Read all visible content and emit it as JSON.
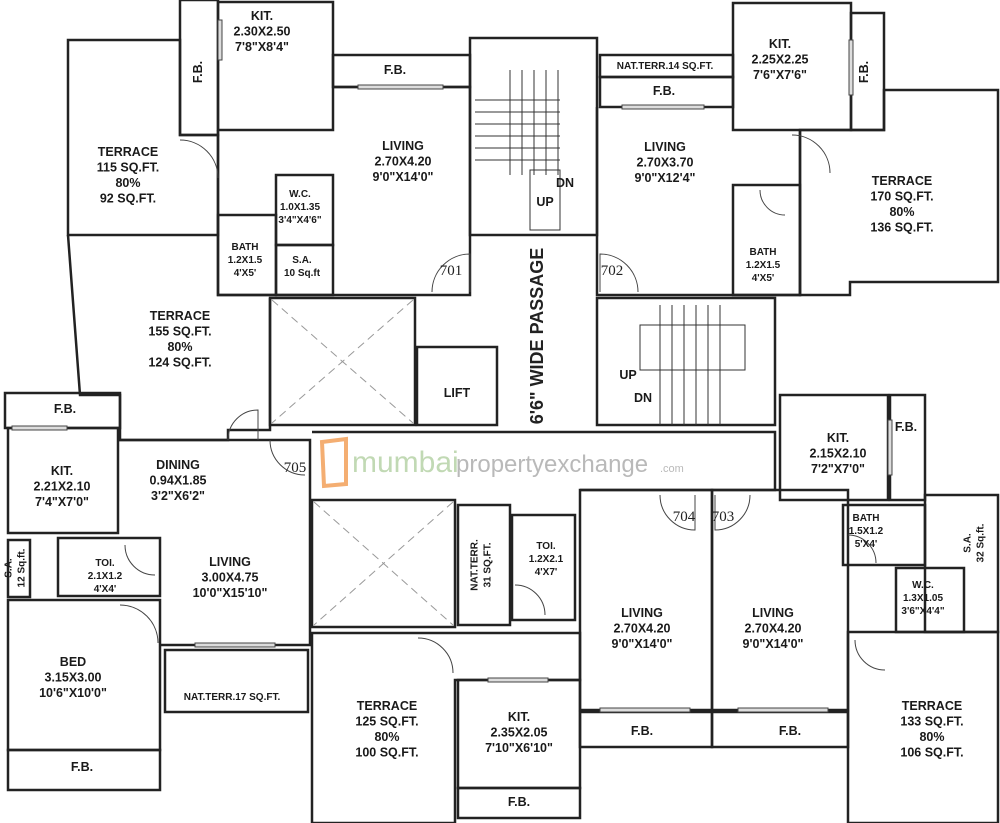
{
  "rooms": {
    "u701_fb_side": [
      "F.B."
    ],
    "u701_kit": [
      "KIT.",
      "2.30X2.50",
      "7'8\"X8'4\""
    ],
    "u701_fb_top": [
      "F.B."
    ],
    "u701_living": [
      "LIVING",
      "2.70X4.20",
      "9'0\"X14'0\""
    ],
    "u701_terrace": [
      "TERRACE",
      "115 SQ.FT.",
      "80%",
      "92 SQ.FT."
    ],
    "u701_wc": [
      "W.C.",
      "1.0X1.35",
      "3'4\"X4'6\""
    ],
    "u701_bath": [
      "BATH",
      "1.2X1.5",
      "4'X5'"
    ],
    "u701_sa": [
      "S.A.",
      "10 Sq.ft"
    ],
    "terrace_155": [
      "TERRACE",
      "155 SQ.FT.",
      "80%",
      "124 SQ.FT."
    ],
    "u702_natterr": [
      "NAT.TERR.14 SQ.FT."
    ],
    "u702_fb_top": [
      "F.B."
    ],
    "u702_kit": [
      "KIT.",
      "2.25X2.25",
      "7'6\"X7'6\""
    ],
    "u702_fb_side": [
      "F.B."
    ],
    "u702_living": [
      "LIVING",
      "2.70X3.70",
      "9'0\"X12'4\""
    ],
    "u702_terrace": [
      "TERRACE",
      "170 SQ.FT.",
      "80%",
      "136 SQ.FT."
    ],
    "u702_bath": [
      "BATH",
      "1.2X1.5",
      "4'X5'"
    ],
    "u705_fb": [
      "F.B."
    ],
    "u705_kit": [
      "KIT.",
      "2.21X2.10",
      "7'4\"X7'0\""
    ],
    "u705_dining": [
      "DINING",
      "0.94X1.85",
      "3'2\"X6'2\""
    ],
    "u705_sa": [
      "S.A.",
      "12 Sq.ft."
    ],
    "u705_toi": [
      "TOI.",
      "2.1X1.2",
      "4'X4'"
    ],
    "u705_living": [
      "LIVING",
      "3.00X4.75",
      "10'0\"X15'10\""
    ],
    "u705_bed": [
      "BED",
      "3.15X3.00",
      "10'6\"X10'0\""
    ],
    "u705_natterr": [
      "NAT.TERR.17 SQ.FT."
    ],
    "u705_fb_bottom": [
      "F.B."
    ],
    "u704_natterr": [
      "NAT.TERR.",
      "31 SQ.FT."
    ],
    "u704_toi": [
      "TOI.",
      "1.2X2.1",
      "4'X7'"
    ],
    "u704_living": [
      "LIVING",
      "2.70X4.20",
      "9'0\"X14'0\""
    ],
    "u704_terrace": [
      "TERRACE",
      "125 SQ.FT.",
      "80%",
      "100 SQ.FT."
    ],
    "u704_kit": [
      "KIT.",
      "2.35X2.05",
      "7'10\"X6'10\""
    ],
    "u704_fb": [
      "F.B."
    ],
    "u704_fb_bottom": [
      "F.B."
    ],
    "u703_kit": [
      "KIT.",
      "2.15X2.10",
      "7'2\"X7'0\""
    ],
    "u703_fb_side": [
      "F.B."
    ],
    "u703_bath": [
      "BATH",
      "1.5X1.2",
      "5'X4'"
    ],
    "u703_sa": [
      "S.A.",
      "32 Sq.ft."
    ],
    "u703_wc": [
      "W.C.",
      "1.3X1.05",
      "3'6\"X4'4\""
    ],
    "u703_living": [
      "LIVING",
      "2.70X4.20",
      "9'0\"X14'0\""
    ],
    "u703_terrace": [
      "TERRACE",
      "133 SQ.FT.",
      "80%",
      "106 SQ.FT."
    ],
    "u703_fb": [
      "F.B."
    ]
  },
  "flats": [
    "701",
    "702",
    "703",
    "704",
    "705"
  ],
  "circulation": {
    "passage": "6'6\" WIDE PASSAGE",
    "lift": "LIFT",
    "stair1_dn": "DN",
    "stair1_up": "UP",
    "stair2_up": "UP",
    "stair2_dn": "DN"
  },
  "watermark": {
    "line1": "mumbai",
    "line2": "propertyexchange",
    "line3": ".com",
    "accent": "#f3a15a"
  }
}
